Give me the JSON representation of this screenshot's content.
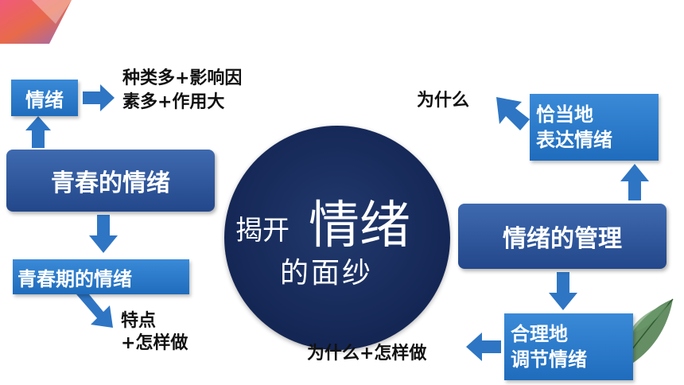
{
  "center": {
    "small": "揭开",
    "big": "情绪",
    "line2": "的面纱"
  },
  "left": {
    "qingxu": "情绪",
    "qingchun": "青春的情绪",
    "qingchunqi": "青春期的情绪",
    "note_top": [
      "种类多+影响因",
      "素多+作用大"
    ],
    "note_bottom": [
      "特点",
      "+怎样做"
    ]
  },
  "right": {
    "biaoda": [
      "恰当地",
      "表达情绪"
    ],
    "guanli": "情绪的管理",
    "tiaojie": [
      "合理地",
      "调节情绪"
    ],
    "note_top": "为什么",
    "note_bottom": "为什么+怎样做"
  },
  "colors": {
    "box_light": "#2a7bcf",
    "box_dark": "#2f5597",
    "circle": "#142654",
    "arrow": "#2e75c4"
  }
}
